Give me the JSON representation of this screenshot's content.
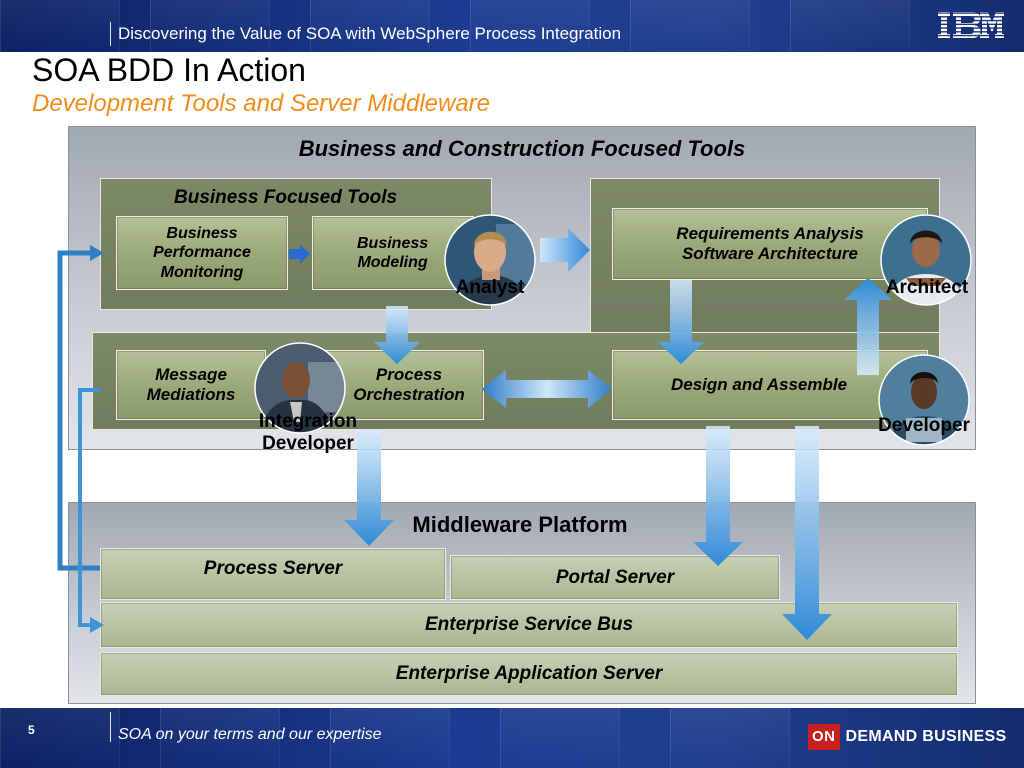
{
  "header": {
    "deck_title": "Discovering the Value of SOA with WebSphere Process Integration",
    "logo": "IBM"
  },
  "slide": {
    "title": "SOA BDD In Action",
    "subtitle": "Development Tools and Server Middleware"
  },
  "diagram": {
    "tools_panel_title": "Business and Construction Focused Tools",
    "business_tools_title": "Business Focused Tools",
    "boxes": {
      "bpm": "Business\nPerformance\nMonitoring",
      "modeling": "Business\nModeling",
      "requirements": "Requirements Analysis\nSoftware Architecture",
      "message": "Message\nMediations",
      "process": "Process\nOrchestration",
      "design": "Design and Assemble"
    },
    "roles": {
      "analyst": "Analyst",
      "architect": "Architect",
      "integration": "Integration\nDeveloper",
      "developer": "Developer"
    },
    "middleware_title": "Middleware Platform",
    "middleware": {
      "process_server": "Process Server",
      "portal_server": "Portal Server",
      "esb": "Enterprise Service Bus",
      "eas": "Enterprise Application Server"
    }
  },
  "footer": {
    "page": "5",
    "tagline": "SOA on your terms and our expertise",
    "on_badge": "ON",
    "brand": "DEMAND BUSINESS"
  },
  "colors": {
    "header_band": "#1b3c92",
    "subtitle": "#f28c18",
    "panel": "#b4bac3",
    "olive_box": "#77845f",
    "light_box": "#a3b285",
    "arrow_blue": "#2f7fc7",
    "on_badge": "#c8201e"
  },
  "icons": [
    "ibm-logo-icon",
    "analyst-avatar-icon",
    "architect-avatar-icon",
    "integration-developer-avatar-icon",
    "developer-avatar-icon"
  ]
}
